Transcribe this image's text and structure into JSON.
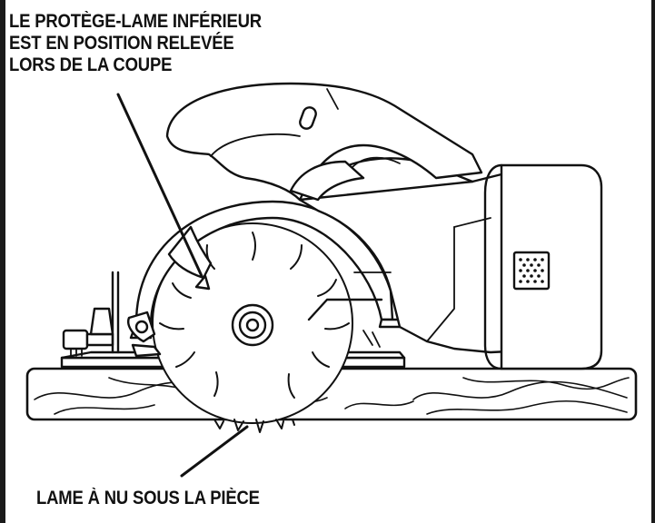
{
  "callouts": {
    "guard_raised": {
      "lines": [
        "LE PROTÈGE-LAME INFÉRIEUR",
        "EST EN POSITION RELEVÉE",
        "LORS DE LA COUPE"
      ]
    },
    "exposed_blade": {
      "text": "LAME À NU SOUS LA PIÈCE"
    }
  },
  "colors": {
    "ink": "#111111",
    "paper": "#ffffff",
    "frame": "#1a1a1a"
  },
  "icons": {
    "saw": "circular-saw-illustration",
    "workpiece": "wood-plank",
    "battery": "battery-pack",
    "leader": "leader-line"
  }
}
